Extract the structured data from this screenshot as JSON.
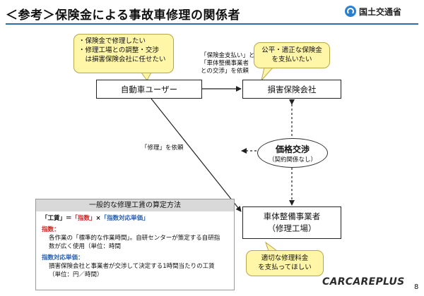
{
  "header": {
    "title": "＜参考＞保険金による事故車修理の関係者",
    "logo_text": "国土交通省"
  },
  "bubbles": {
    "user": [
      "・保険金で修理したい",
      "・修理工場との調整・交渉",
      "　は損害保険会社に任せたい"
    ],
    "insurer": [
      "公平・適正な保険金",
      "を支払いたい"
    ],
    "repairer": [
      "適切な修理料金",
      "を支払ってほしい"
    ]
  },
  "boxes": {
    "user": "自動車ユーザー",
    "insurer": "損害保険会社",
    "repairer": [
      "車体整備事業者",
      "（修理工場）"
    ]
  },
  "edges": {
    "user_to_insurer": [
      "「保険金支払い」と",
      "「車体整備事業者",
      "との交渉」を依頼"
    ],
    "user_to_repairer": "「修理」を依頼"
  },
  "negotiation": {
    "main": "価格交渉",
    "sub": "（契約関係なし）"
  },
  "calc": {
    "header": "一般的な修理工賃の算定方法",
    "formula": {
      "lhs": "「工賃」",
      "eq": "＝",
      "index": "「指数」",
      "times": "×",
      "rate": "「指数対応単価」"
    },
    "index_label": "指数",
    "index_colon": "：",
    "index_desc": [
      "各作業の「標準的な作業時間」。自研センターが策定する自研指",
      "数が広く使用（単位：時間"
    ],
    "rate_label": "指数対応単価",
    "rate_colon": "：",
    "rate_desc": [
      "損害保険会社と事業者が交渉して決定する1時間当たりの工賃",
      "（単位：円／時間）"
    ]
  },
  "footer": {
    "brand": "CARCAREPLUS",
    "page": "8"
  }
}
